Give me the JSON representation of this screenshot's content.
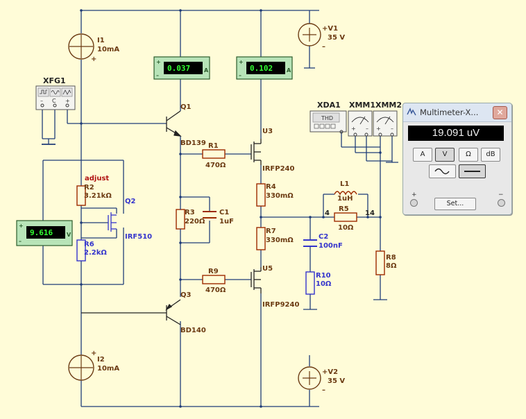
{
  "components": {
    "I1": {
      "name": "I1",
      "value": "10mA"
    },
    "I2": {
      "name": "I2",
      "value": "10mA"
    },
    "V1": {
      "name": "V1",
      "value": "35 V"
    },
    "V2": {
      "name": "V2",
      "value": "35 V"
    },
    "Q1": {
      "name": "Q1",
      "value": "BD139"
    },
    "Q2": {
      "name": "Q2",
      "value": "IRF510"
    },
    "Q3": {
      "name": "Q3",
      "value": "BD140"
    },
    "U3": {
      "name": "U3",
      "value": "IRFP240"
    },
    "U5": {
      "name": "U5",
      "value": "IRFP9240"
    },
    "R1": {
      "name": "R1",
      "value": "470Ω"
    },
    "R2": {
      "name": "R2",
      "value": "3.21kΩ",
      "note": "adjust"
    },
    "R3": {
      "name": "R3",
      "value": "220Ω"
    },
    "R4": {
      "name": "R4",
      "value": "330mΩ"
    },
    "R5": {
      "name": "R5",
      "value": "10Ω"
    },
    "R6": {
      "name": "R6",
      "value": "2.2kΩ"
    },
    "R7": {
      "name": "R7",
      "value": "330mΩ"
    },
    "R8": {
      "name": "R8",
      "value": "8Ω"
    },
    "R9": {
      "name": "R9",
      "value": "470Ω"
    },
    "R10": {
      "name": "R10",
      "value": "10Ω"
    },
    "C1": {
      "name": "C1",
      "value": "1uF"
    },
    "C2": {
      "name": "C2",
      "value": "100nF"
    },
    "L1": {
      "name": "L1",
      "value": "1uH"
    }
  },
  "nodes": {
    "n4": "4",
    "n14": "14"
  },
  "instruments": {
    "xfg1": "XFG1",
    "xda1": "XDA1",
    "xda1_screen": "THD",
    "xmm1": "XMM1",
    "xmm2": "XMM2"
  },
  "probes": {
    "meter1": {
      "value": "0.037",
      "unit": "A"
    },
    "meter2": {
      "value": "0.102",
      "unit": "A"
    },
    "meter3": {
      "value": "9.616",
      "unit": "V"
    }
  },
  "multimeter": {
    "title": "Multimeter-X...",
    "close": "✕",
    "reading": "19.091 uV",
    "modes": [
      "A",
      "V",
      "Ω",
      "dB"
    ],
    "active_mode": "V",
    "set_label": "Set...",
    "plus": "+",
    "minus": "−"
  },
  "colors": {
    "wire": "#1f3c78",
    "background": "#fffcd8",
    "component": "#9c2a00",
    "meter_display": "#33ff33"
  }
}
